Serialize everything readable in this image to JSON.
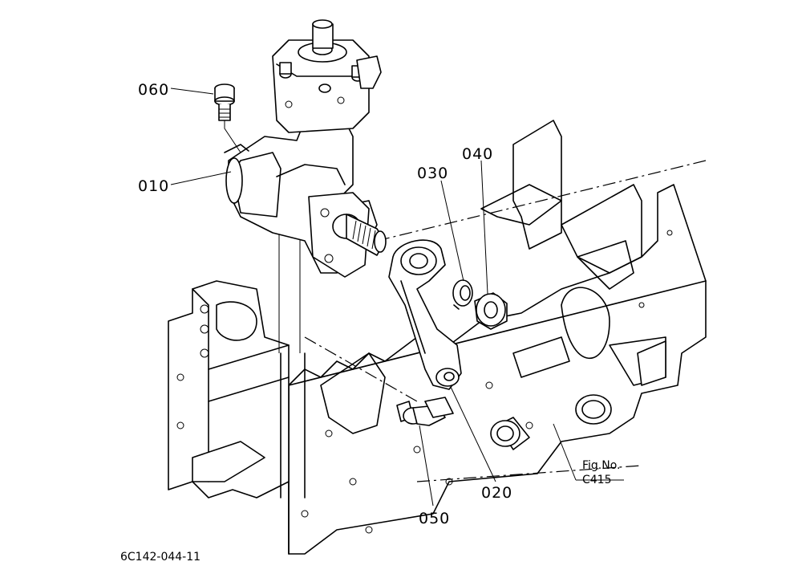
{
  "callouts": [
    {
      "id": "060",
      "label": "060"
    },
    {
      "id": "010",
      "label": "010"
    },
    {
      "id": "030",
      "label": "030"
    },
    {
      "id": "040",
      "label": "040"
    },
    {
      "id": "020",
      "label": "020"
    },
    {
      "id": "050",
      "label": "050"
    }
  ],
  "figure_ref": {
    "line1": "Fig.No.",
    "line2": "C415"
  },
  "drawing_code": "6C142-044-11"
}
